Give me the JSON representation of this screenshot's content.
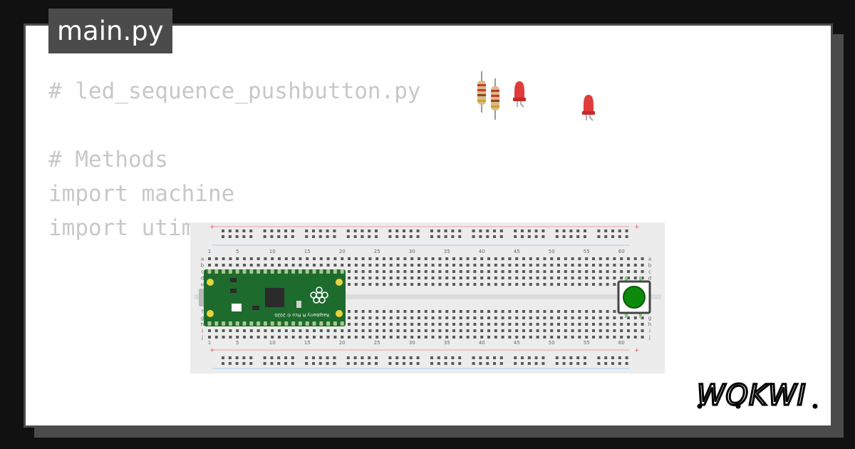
{
  "editor": {
    "filename": "main.py",
    "code_lines": [
      "# led_sequence_pushbutton.py",
      "",
      "# Methods",
      "import machine",
      "import utime"
    ]
  },
  "breadboard": {
    "column_numbers": [
      "1",
      "5",
      "10",
      "15",
      "20",
      "25",
      "30",
      "35",
      "40",
      "45",
      "50",
      "55",
      "60"
    ],
    "row_letters_top": [
      "a",
      "b",
      "c",
      "d",
      "e"
    ],
    "row_letters_bottom": [
      "f",
      "g",
      "h",
      "i",
      "j"
    ],
    "plus_label": "+",
    "minus_label": "-"
  },
  "pico": {
    "board_label": "Raspberry Pi Pico © 2020",
    "color": "#1e6b2e"
  },
  "components": {
    "resistor_count": 2,
    "led_count": 2,
    "led_color": "#e23b3b",
    "button_color": "#0c8a0c"
  },
  "brand": {
    "logo_text": "WOKWI"
  },
  "colors": {
    "background": "#111111",
    "card": "#ffffff",
    "frame": "#4b4b4b",
    "code_text": "#c8c8c8",
    "breadboard": "#ececec"
  }
}
